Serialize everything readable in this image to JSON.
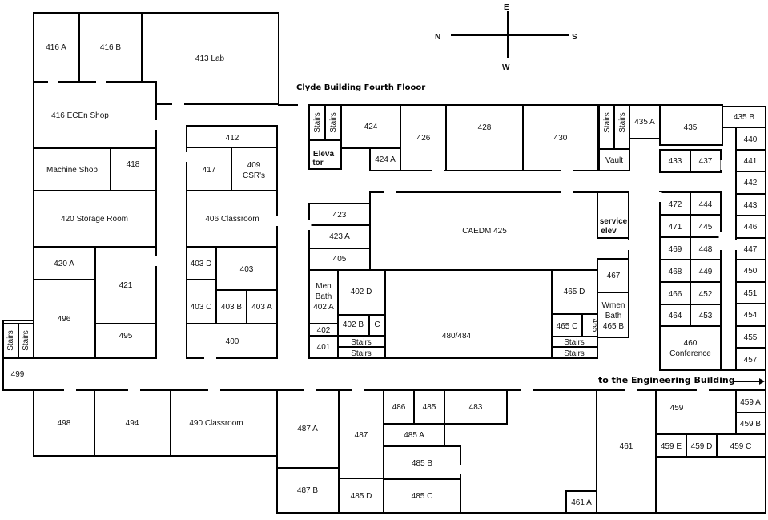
{
  "title": "Clyde Building Fourth Flooor",
  "compass": {
    "north": "N",
    "east": "E",
    "south": "S",
    "west": "W"
  },
  "direction_label": "to the Engineering Building",
  "rooms": {
    "r416a": "416 A",
    "r416b": "416 B",
    "r413": "413 Lab",
    "r416shop": "416 ECEn Shop",
    "machine": "Machine Shop",
    "r418": "418",
    "r420": "420 Storage Room",
    "r420a": "420 A",
    "r421": "421",
    "r496": "496",
    "r495": "495",
    "stairsW1": "Stairs",
    "stairsW2": "Stairs",
    "r499": "499",
    "r412": "412",
    "r417": "417",
    "r409a": "409",
    "r409b": "CSR's",
    "r406": "406 Classroom",
    "r403d": "403 D",
    "r403": "403",
    "r403c": "403 C",
    "r403b": "403 B",
    "r403a": "403 A",
    "r400": "400",
    "stairsN1": "Stairs",
    "stairsN2": "Stairs",
    "elev1": "Eleva",
    "elev2": "tor",
    "r424": "424",
    "r424a": "424 A",
    "r426": "426",
    "r428": "428",
    "r430": "430",
    "stairsE1": "Stairs",
    "stairsE2": "Stairs",
    "vault": "Vault",
    "r435a": "435 A",
    "r435": "435",
    "r435b": "435 B",
    "r433": "433",
    "r437": "437",
    "r440": "440",
    "r441": "441",
    "r442": "442",
    "r443": "443",
    "r446": "446",
    "r447": "447",
    "r450": "450",
    "r451": "451",
    "r454": "454",
    "r455": "455",
    "r457": "457",
    "r472": "472",
    "r444": "444",
    "r471": "471",
    "r445": "445",
    "r469": "469",
    "r448": "448",
    "r468": "468",
    "r449": "449",
    "r466": "466",
    "r452": "452",
    "r464": "464",
    "r453": "453",
    "r460a": "460",
    "r460b": "Conference",
    "r423": "423",
    "r423a": "423 A",
    "r405": "405",
    "caedm": "CAEDM 425",
    "svc1": "service",
    "svc2": "elev",
    "menbath1": "Men",
    "menbath2": "Bath",
    "menbath3": "402 A",
    "r402d": "402 D",
    "r402": "402",
    "r402b": "402 B",
    "r402c": "C",
    "r401": "401",
    "stairsC1": "Stairs",
    "stairsC2": "Stairs",
    "r480": "480/484",
    "r465d": "465 D",
    "r467": "467",
    "wmen1": "Wmen",
    "wmen2": "Bath",
    "wmen3": "465 B",
    "r465c": "465 C",
    "r465e": "465",
    "stairsD1": "Stairs",
    "stairsD2": "Stairs",
    "r498": "498",
    "r494": "494",
    "r490": "490 Classroom",
    "r487a": "487 A",
    "r487": "487",
    "r487b": "487 B",
    "r485d": "485 D",
    "r486": "486",
    "r485": "485",
    "r483": "483",
    "r485a": "485 A",
    "r485b": "485 B",
    "r485c": "485 C",
    "r461": "461",
    "r461a": "461 A",
    "r459": "459",
    "r459a": "459 A",
    "r459b": "459 B",
    "r459e": "459 E",
    "r459d": "459 D",
    "r459c": "459 C"
  }
}
